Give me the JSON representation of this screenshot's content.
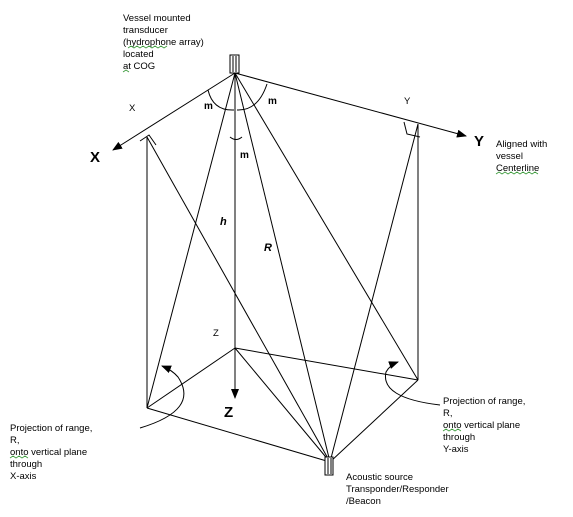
{
  "labels": {
    "vessel_mounted": [
      "Vessel mounted",
      "transducer",
      "(hydrophone array)",
      "located",
      "at COG"
    ],
    "aligned": [
      "Aligned with",
      "vessel",
      "Centerline"
    ],
    "proj_left": [
      "Projection of range,",
      "R,",
      "onto vertical plane",
      "through",
      "X-axis"
    ],
    "proj_right": [
      "Projection of range,",
      "R,",
      "onto vertical plane",
      "through",
      "Y-axis"
    ],
    "acoustic": [
      "Acoustic source",
      "Transponder/Responder",
      "/Beacon"
    ]
  },
  "axes": {
    "x_big": "X",
    "x_small": "X",
    "y_big": "Y",
    "y_small": "Y",
    "z_big": "Z",
    "z_small": "Z"
  },
  "angles": {
    "m_left": "m",
    "m_right": "m",
    "m_down": "m"
  },
  "variables": {
    "h": "h",
    "r": "R"
  },
  "colors": {
    "ink": "#000000",
    "spell_underline": "#3a9a3a"
  }
}
